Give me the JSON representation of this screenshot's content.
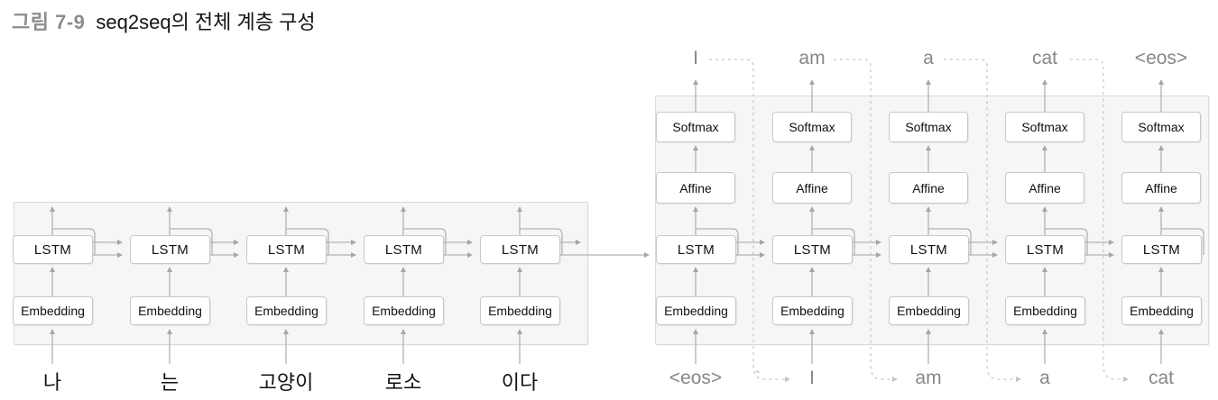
{
  "title": {
    "figure_label": "그림 7-9",
    "text": "seq2seq의 전체 계층 구성"
  },
  "labels": {
    "embedding": "Embedding",
    "lstm": "LSTM",
    "affine": "Affine",
    "softmax": "Softmax"
  },
  "encoder": {
    "inputs": [
      "나",
      "는",
      "고양이",
      "로소",
      "이다"
    ]
  },
  "decoder": {
    "inputs": [
      "<eos>",
      "I",
      "am",
      "a",
      "cat"
    ],
    "outputs": [
      "I",
      "am",
      "a",
      "cat",
      "<eos>"
    ]
  },
  "colors": {
    "panel_fill": "#f5f6f5",
    "panel_border": "#dadada",
    "box_border": "#c8c8c8",
    "solid_line": "#b2b2b2",
    "dashed_line": "#c9c9c9",
    "muted_text": "#878787",
    "figure_label": "#8d8d8d"
  }
}
